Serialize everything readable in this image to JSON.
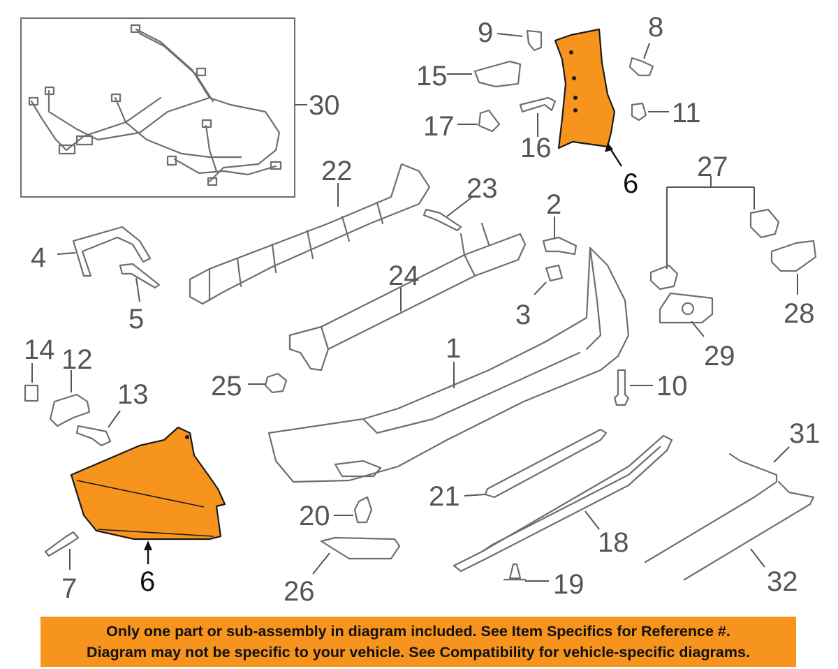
{
  "notice": {
    "line1": "Only one part or sub-assembly in diagram included. See Item Specifics for Reference #.",
    "line2": "Diagram may not be specific to your vehicle. See Compatibility for vehicle-specific diagrams."
  },
  "callouts": {
    "c1": "1",
    "c2": "2",
    "c3": "3",
    "c4": "4",
    "c5": "5",
    "c6_upper": "6",
    "c6_lower": "6",
    "c7": "7",
    "c8": "8",
    "c9": "9",
    "c10": "10",
    "c11": "11",
    "c12": "12",
    "c13": "13",
    "c14": "14",
    "c15": "15",
    "c16": "16",
    "c17": "17",
    "c18": "18",
    "c19": "19",
    "c20": "20",
    "c21": "21",
    "c22": "22",
    "c23": "23",
    "c24": "24",
    "c25": "25",
    "c26": "26",
    "c27": "27",
    "c28": "28",
    "c29": "29",
    "c30": "30",
    "c31": "31",
    "c32": "32"
  },
  "colors": {
    "highlight": "#f7941d",
    "line": "#6e6e6e",
    "label": "#555555"
  }
}
